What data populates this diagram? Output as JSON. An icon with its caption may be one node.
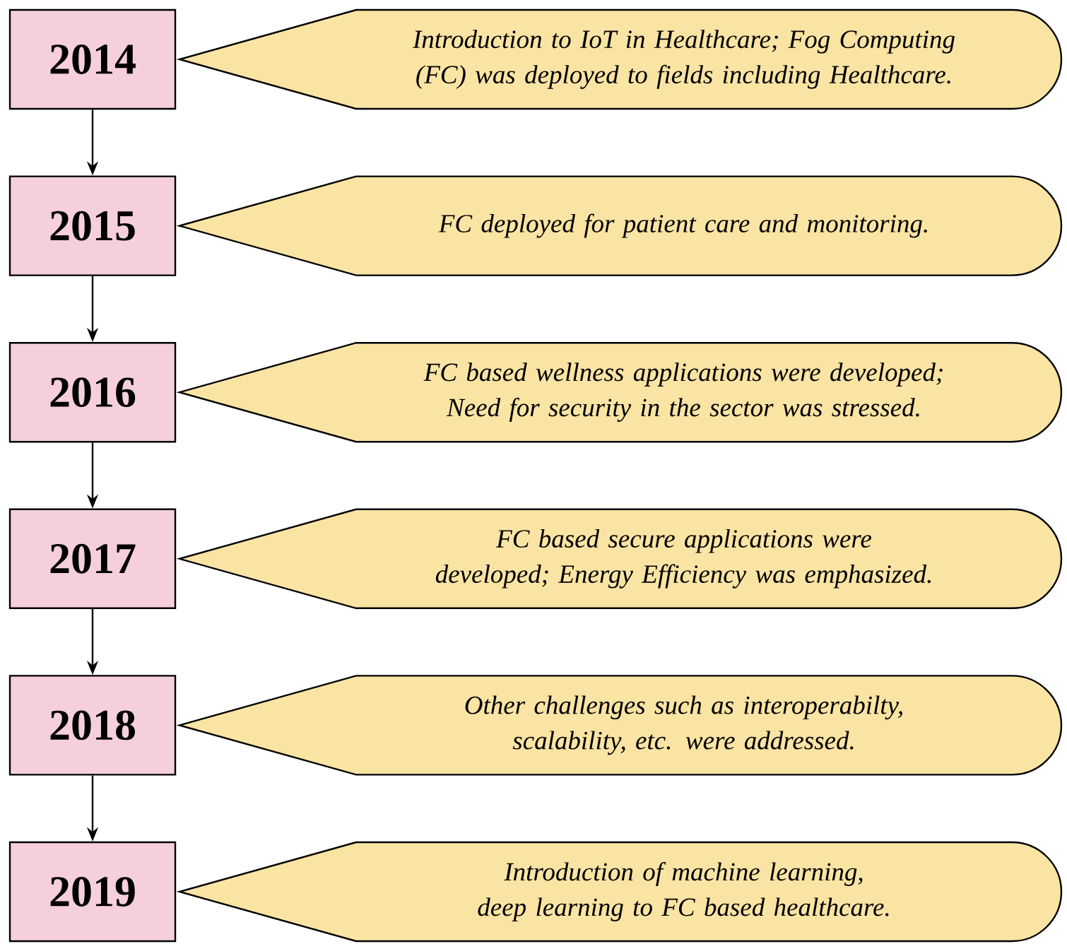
{
  "diagram": {
    "nodes": [
      {
        "text": [
          "2014"
        ]
      },
      {
        "text": [
          "Introduction to IoT in Healthcare; Fog Computing (FC) was deployed to  fields including Healthcare."
        ]
      },
      {
        "text": [
          "2015"
        ]
      },
      {
        "text": [
          "FC deployed for patient care and monitoring."
        ]
      },
      {
        "text": [
          "2016"
        ]
      },
      {
        "text": [
          "FC based wellness applications were developed; Need for security in the sector was stressed."
        ]
      },
      {
        "text": [
          "2017"
        ]
      },
      {
        "text": [
          "FC based secure applications were developed; Energy Efficiency was emphasized."
        ]
      },
      {
        "text": [
          "2018"
        ]
      },
      {
        "text": [
          "Other challenges such as interoperabilty, scalability, etc. were addressed."
        ]
      },
      {
        "text": [
          "2019"
        ]
      },
      {
        "text": [
          "Introduction of machine learning, deep learning to FC based healthcare."
        ]
      }
    ],
    "edges": [
      {
        "from": 0,
        "to": 2,
        "arrow": "to"
      },
      {
        "from": 2,
        "to": 4,
        "arrow": "to"
      },
      {
        "from": 4,
        "to": 6,
        "arrow": "to"
      },
      {
        "from": 6,
        "to": 8,
        "arrow": "to"
      },
      {
        "from": 8,
        "to": 10,
        "arrow": "to"
      }
    ]
  }
}
